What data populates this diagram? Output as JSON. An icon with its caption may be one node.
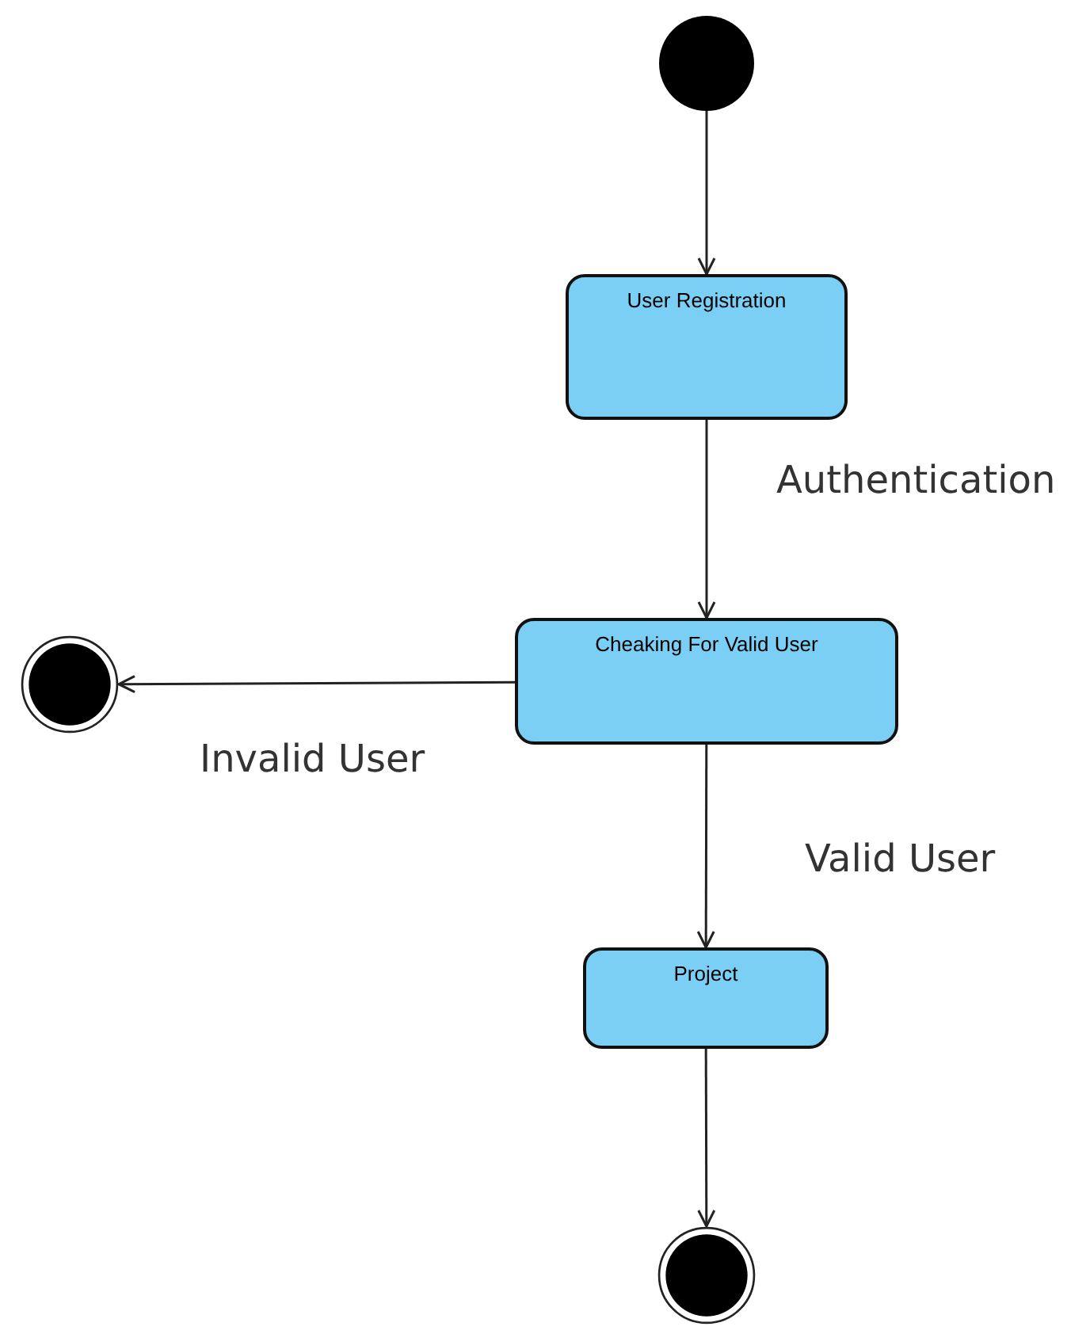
{
  "diagram": {
    "nodes": [
      {
        "text": [],
        "shape": "circle"
      },
      {
        "text": [
          "User Registration"
        ]
      },
      {
        "text": [
          "Cheaking For Valid User"
        ]
      },
      {
        "text": [],
        "shape": "circle"
      },
      {
        "text": [
          "Project"
        ]
      },
      {
        "text": [],
        "shape": "circle"
      }
    ],
    "edges": [
      {
        "from": 0,
        "to": 1,
        "arrow": "to"
      },
      {
        "from": 1,
        "to": 2,
        "arrow": "to",
        "label": "Authentication"
      },
      {
        "from": 2,
        "to": 3,
        "arrow": "to",
        "label": "Invalid User"
      },
      {
        "from": 2,
        "to": 4,
        "arrow": "to",
        "label": "Valid User"
      },
      {
        "from": 4,
        "to": 5,
        "arrow": "to"
      }
    ]
  }
}
